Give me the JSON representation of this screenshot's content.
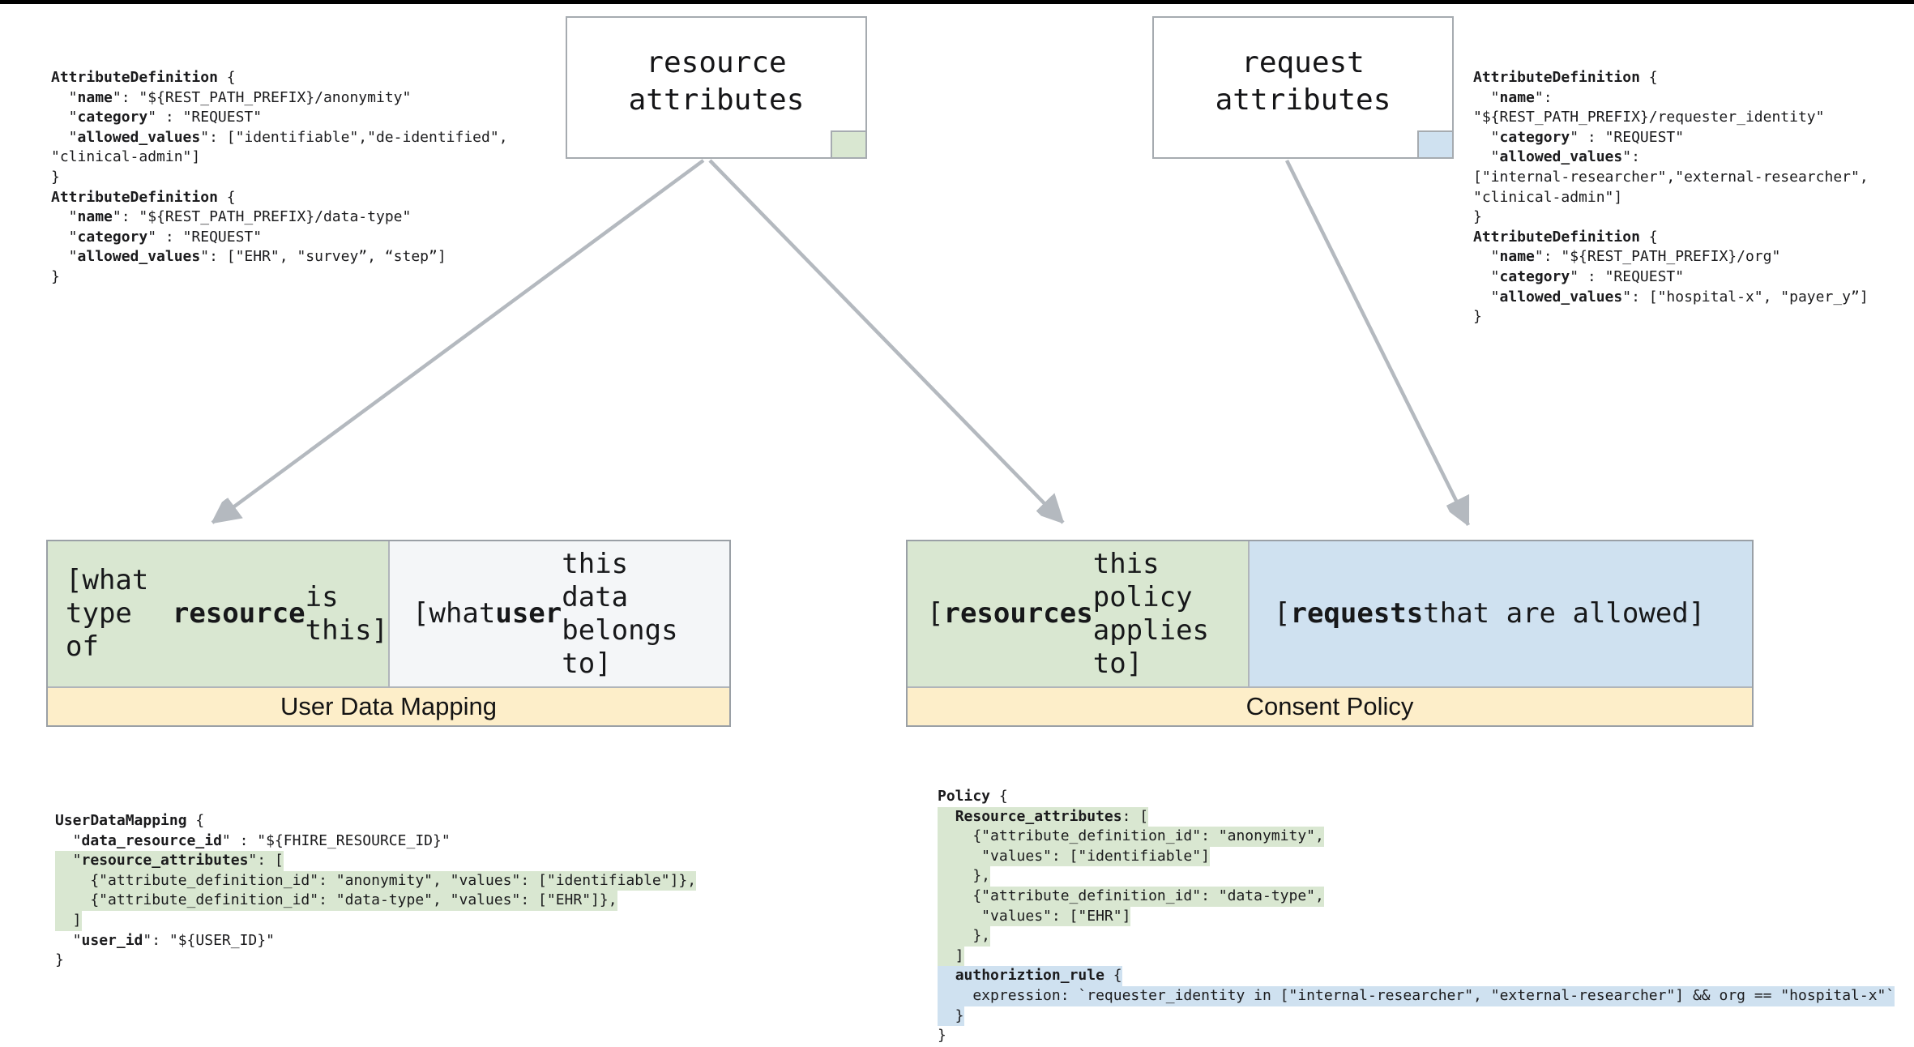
{
  "colors": {
    "green": "#d9e7d1",
    "blue": "#cfe1f0",
    "cream": "#fdeec9",
    "light_cell": "#f4f6f8",
    "border_gray": "#a6abb0",
    "arrow_gray": "#b4b9bf",
    "top_bar": "#000000"
  },
  "nodes": {
    "resource": {
      "label": "resource\nattributes"
    },
    "request": {
      "label": "request\nattributes"
    }
  },
  "user_data_mapping": {
    "title": "User Data Mapping",
    "resource_cell": [
      {
        "t": "[what type of\n"
      },
      {
        "t": "resource",
        "b": true
      },
      {
        "t": " is this]"
      }
    ],
    "user_cell": [
      {
        "t": "[what "
      },
      {
        "t": "user",
        "b": true
      },
      {
        "t": " this\ndata belongs to]"
      }
    ]
  },
  "consent_policy": {
    "title": "Consent Policy",
    "resources_cell": [
      {
        "t": "["
      },
      {
        "t": "resources",
        "b": true
      },
      {
        "t": " this\npolicy applies to]"
      }
    ],
    "requests_cell": [
      {
        "t": "["
      },
      {
        "t": "requests",
        "b": true
      },
      {
        "t": " that are allowed]"
      }
    ]
  },
  "code": {
    "attr_defs_left": [
      {
        "s": [
          {
            "t": "AttributeDefinition",
            "b": true
          },
          {
            "t": " {"
          }
        ]
      },
      {
        "s": [
          {
            "t": "  \""
          },
          {
            "t": "name",
            "b": true
          },
          {
            "t": "\": \"${REST_PATH_PREFIX}/anonymity\""
          }
        ]
      },
      {
        "s": [
          {
            "t": "  \""
          },
          {
            "t": "category",
            "b": true
          },
          {
            "t": "\" : \"REQUEST\""
          }
        ]
      },
      {
        "s": [
          {
            "t": "  \""
          },
          {
            "t": "allowed_values",
            "b": true
          },
          {
            "t": "\": [\"identifiable\",\"de-identified\","
          }
        ]
      },
      {
        "s": [
          {
            "t": "\"clinical-admin\"]"
          }
        ]
      },
      {
        "s": [
          {
            "t": "}"
          }
        ]
      },
      {
        "s": [
          {
            "t": "AttributeDefinition",
            "b": true
          },
          {
            "t": " {"
          }
        ]
      },
      {
        "s": [
          {
            "t": "  \""
          },
          {
            "t": "name",
            "b": true
          },
          {
            "t": "\": \"${REST_PATH_PREFIX}/data-type\""
          }
        ]
      },
      {
        "s": [
          {
            "t": "  \""
          },
          {
            "t": "category",
            "b": true
          },
          {
            "t": "\" : \"REQUEST\""
          }
        ]
      },
      {
        "s": [
          {
            "t": "  \""
          },
          {
            "t": "allowed_values",
            "b": true
          },
          {
            "t": "\": [\"EHR\", \"survey”, “step”]"
          }
        ]
      },
      {
        "s": [
          {
            "t": "}"
          }
        ]
      }
    ],
    "attr_defs_right": [
      {
        "s": [
          {
            "t": "AttributeDefinition",
            "b": true
          },
          {
            "t": " {"
          }
        ]
      },
      {
        "s": [
          {
            "t": "  \""
          },
          {
            "t": "name",
            "b": true
          },
          {
            "t": "\":"
          }
        ]
      },
      {
        "s": [
          {
            "t": "\"${REST_PATH_PREFIX}/requester_identity\""
          }
        ]
      },
      {
        "s": [
          {
            "t": "  \""
          },
          {
            "t": "category",
            "b": true
          },
          {
            "t": "\" : \"REQUEST\""
          }
        ]
      },
      {
        "s": [
          {
            "t": "  \""
          },
          {
            "t": "allowed_values",
            "b": true
          },
          {
            "t": "\":"
          }
        ]
      },
      {
        "s": [
          {
            "t": "[\"internal-researcher\",\"external-researcher\","
          }
        ]
      },
      {
        "s": [
          {
            "t": "\"clinical-admin\"]"
          }
        ]
      },
      {
        "s": [
          {
            "t": "}"
          }
        ]
      },
      {
        "s": [
          {
            "t": "AttributeDefinition",
            "b": true
          },
          {
            "t": " {"
          }
        ]
      },
      {
        "s": [
          {
            "t": "  \""
          },
          {
            "t": "name",
            "b": true
          },
          {
            "t": "\": \"${REST_PATH_PREFIX}/org\""
          }
        ]
      },
      {
        "s": [
          {
            "t": "  \""
          },
          {
            "t": "category",
            "b": true
          },
          {
            "t": "\" : \"REQUEST\""
          }
        ]
      },
      {
        "s": [
          {
            "t": "  \""
          },
          {
            "t": "allowed_values",
            "b": true
          },
          {
            "t": "\": [\"hospital-x\", \"payer_y”]"
          }
        ]
      },
      {
        "s": [
          {
            "t": "}"
          }
        ]
      }
    ],
    "user_data_mapping": [
      {
        "s": [
          {
            "t": "UserDataMapping",
            "b": true
          },
          {
            "t": " {"
          }
        ]
      },
      {
        "s": [
          {
            "t": "  \""
          },
          {
            "t": "data_resource_id",
            "b": true
          },
          {
            "t": "\" : \"${FHIRE_RESOURCE_ID}\""
          }
        ]
      },
      {
        "hl": "green",
        "s": [
          {
            "t": "  \""
          },
          {
            "t": "resource_attributes",
            "b": true
          },
          {
            "t": "\": ["
          }
        ]
      },
      {
        "hl": "green",
        "s": [
          {
            "t": "    {\"attribute_definition_id\": \"anonymity\", \"values\": [\"identifiable\"]},"
          }
        ]
      },
      {
        "hl": "green",
        "s": [
          {
            "t": "    {\"attribute_definition_id\": \"data-type\", \"values\": [\"EHR\"]},"
          }
        ]
      },
      {
        "hl": "green",
        "s": [
          {
            "t": "  ]"
          }
        ]
      },
      {
        "s": [
          {
            "t": "  \""
          },
          {
            "t": "user_id",
            "b": true
          },
          {
            "t": "\": \"${USER_ID}\""
          }
        ]
      },
      {
        "s": [
          {
            "t": "}"
          }
        ]
      }
    ],
    "policy": [
      {
        "s": [
          {
            "t": "Policy",
            "b": true
          },
          {
            "t": " {"
          }
        ]
      },
      {
        "hl": "green",
        "s": [
          {
            "t": "  "
          },
          {
            "t": "Resource_attributes",
            "b": true
          },
          {
            "t": ": ["
          }
        ]
      },
      {
        "hl": "green",
        "s": [
          {
            "t": "    {\"attribute_definition_id\": \"anonymity\","
          }
        ]
      },
      {
        "hl": "green",
        "s": [
          {
            "t": "     \"values\": [\"identifiable\"]"
          }
        ]
      },
      {
        "hl": "green",
        "s": [
          {
            "t": "    },"
          }
        ]
      },
      {
        "hl": "green",
        "s": [
          {
            "t": "    {\"attribute_definition_id\": \"data-type\","
          }
        ]
      },
      {
        "hl": "green",
        "s": [
          {
            "t": "     \"values\": [\"EHR\"]"
          }
        ]
      },
      {
        "hl": "green",
        "s": [
          {
            "t": "    },"
          }
        ]
      },
      {
        "hl": "green",
        "s": [
          {
            "t": "  ]"
          }
        ]
      },
      {
        "hl": "blue",
        "s": [
          {
            "t": "  "
          },
          {
            "t": "authoriztion_rule",
            "b": true
          },
          {
            "t": " {"
          }
        ]
      },
      {
        "hl": "blue",
        "s": [
          {
            "t": "    expression: `requester_identity in [\"internal-researcher\", \"external-researcher\"] && org == \"hospital-x\"`"
          }
        ]
      },
      {
        "hl": "blue",
        "s": [
          {
            "t": "  }"
          }
        ]
      },
      {
        "s": [
          {
            "t": "}"
          }
        ]
      }
    ]
  }
}
